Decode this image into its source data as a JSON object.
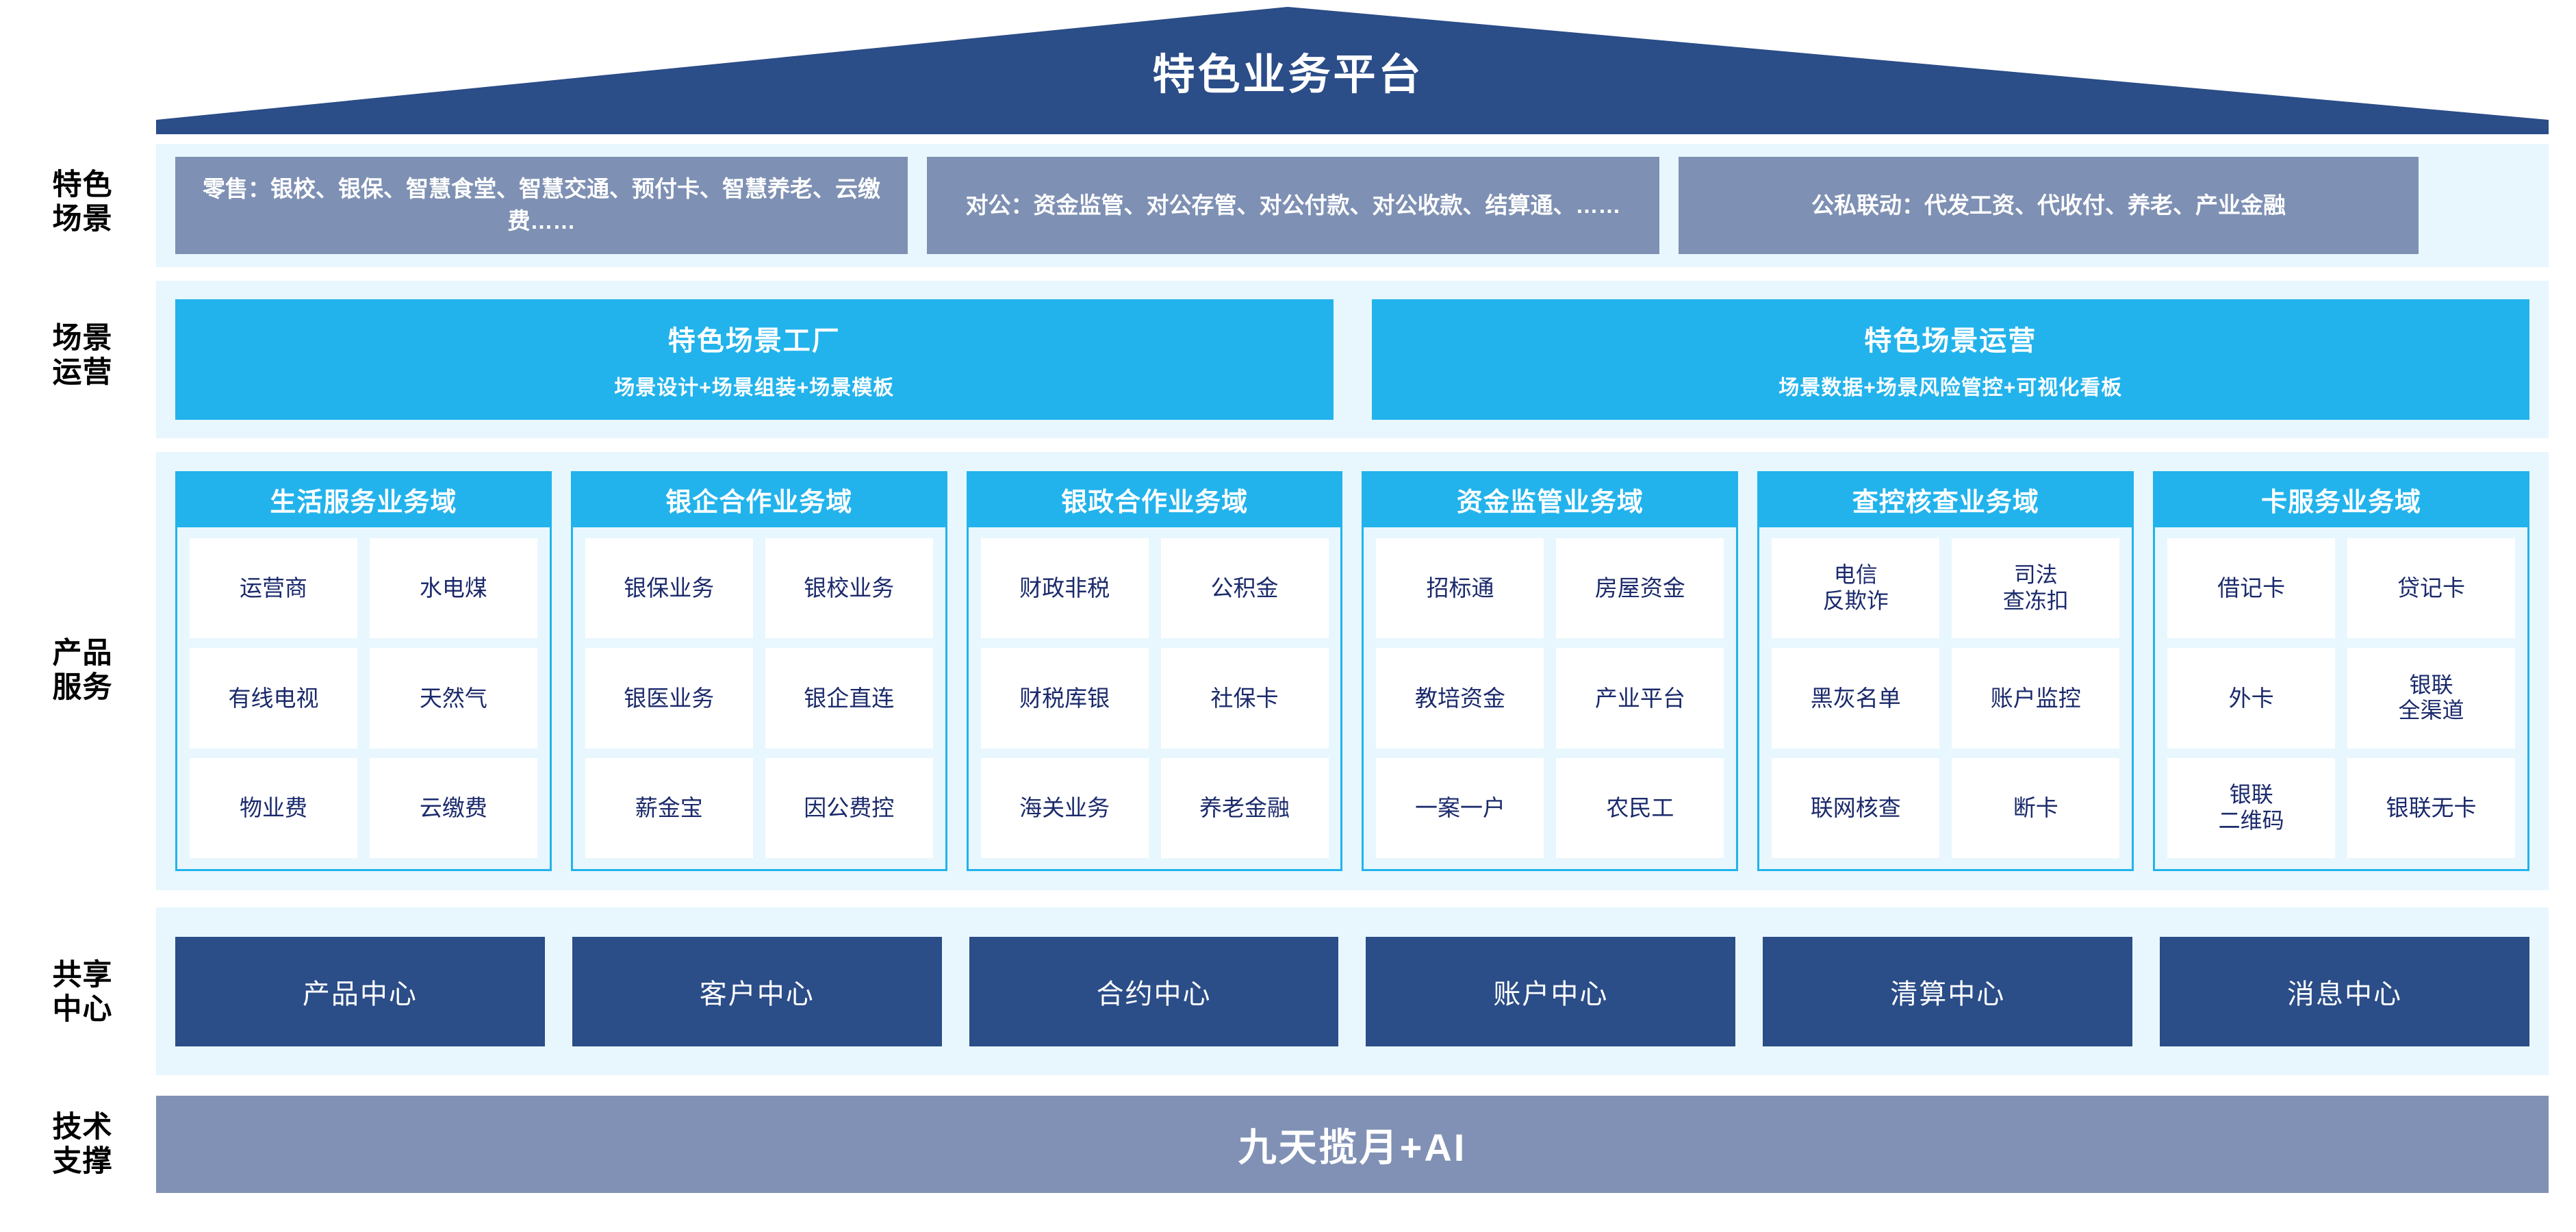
{
  "header": {
    "title": "特色业务平台"
  },
  "rows": {
    "scenario_label": "特色\n场景",
    "scenario_label_l1": "特色",
    "scenario_label_l2": "场景",
    "ops_label_l1": "场景",
    "ops_label_l2": "运营",
    "product_label_l1": "产品",
    "product_label_l2": "服务",
    "shared_label_l1": "共享",
    "shared_label_l2": "中心",
    "tech_label_l1": "技术",
    "tech_label_l2": "支撑"
  },
  "scenarios": [
    {
      "text": "零售：银校、银保、智慧食堂、智慧交通、预付卡、智慧养老、云缴费……"
    },
    {
      "text": "对公：资金监管、对公存管、对公付款、对公收款、结算通、……"
    },
    {
      "text": "公私联动：代发工资、代收付、养老、产业金融"
    }
  ],
  "scene_ops": [
    {
      "title": "特色场景工厂",
      "subtitle": "场景设计+场景组装+场景模板"
    },
    {
      "title": "特色场景运营",
      "subtitle": "场景数据+场景风险管控+可视化看板"
    }
  ],
  "domains": [
    {
      "title": "生活服务业务域",
      "rows": [
        [
          "运营商",
          "水电煤"
        ],
        [
          "有线电视",
          "天然气"
        ],
        [
          "物业费",
          "云缴费"
        ]
      ]
    },
    {
      "title": "银企合作业务域",
      "rows": [
        [
          "银保业务",
          "银校业务"
        ],
        [
          "银医业务",
          "银企直连"
        ],
        [
          "薪金宝",
          "因公费控"
        ]
      ]
    },
    {
      "title": "银政合作业务域",
      "rows": [
        [
          "财政非税",
          "公积金"
        ],
        [
          "财税库银",
          "社保卡"
        ],
        [
          "海关业务",
          "养老金融"
        ]
      ]
    },
    {
      "title": "资金监管业务域",
      "rows": [
        [
          "招标通",
          "房屋资金"
        ],
        [
          "教培资金",
          "产业平台"
        ],
        [
          "一案一户",
          "农民工"
        ]
      ]
    },
    {
      "title": "查控核查业务域",
      "rows": [
        [
          "电信\n反欺诈",
          "司法\n查冻扣"
        ],
        [
          "黑灰名单",
          "账户监控"
        ],
        [
          "联网核查",
          "断卡"
        ]
      ]
    },
    {
      "title": "卡服务业务域",
      "rows": [
        [
          "借记卡",
          "贷记卡"
        ],
        [
          "外卡",
          "银联\n全渠道"
        ],
        [
          "银联\n二维码",
          "银联无卡"
        ]
      ]
    }
  ],
  "shared_centers": [
    "产品中心",
    "客户中心",
    "合约中心",
    "账户中心",
    "清算中心",
    "消息中心"
  ],
  "tech_support": {
    "label": "九天揽月+AI"
  },
  "colors": {
    "roof_navy": "#2b4d88",
    "panel_bg": "#e8f7fd",
    "scenario_box": "#7e90b3",
    "cyan": "#22b3ec",
    "center_navy": "#2b4d88",
    "tech_bar": "#8191b5",
    "tile_text": "#1b2a6b"
  }
}
